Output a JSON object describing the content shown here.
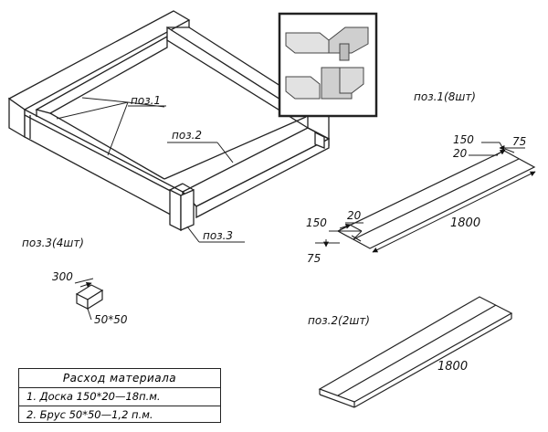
{
  "labels": {
    "pos1_callout": "поз.1",
    "pos2_callout": "поз.2",
    "pos3_callout": "поз.3",
    "pos1_title": "поз.1(8шт)",
    "pos2_title": "поз.2(2шт)",
    "pos3_title": "поз.3(4шт)"
  },
  "dimensions": {
    "p1_w150_top": "150",
    "p1_t20_top": "20",
    "p1_t75_top": "75",
    "p1_w20_mid": "20",
    "p1_w150_mid": "150",
    "p1_d75_mid": "75",
    "p1_length": "1800",
    "p3_length": "300",
    "p3_section": "50*50",
    "p2_length": "1800"
  },
  "materials": {
    "title": "Расход материала",
    "row1": "1.  Доска 150*20—18п.м.",
    "row2": "2.  Брус 50*50—1,2 п.м."
  }
}
